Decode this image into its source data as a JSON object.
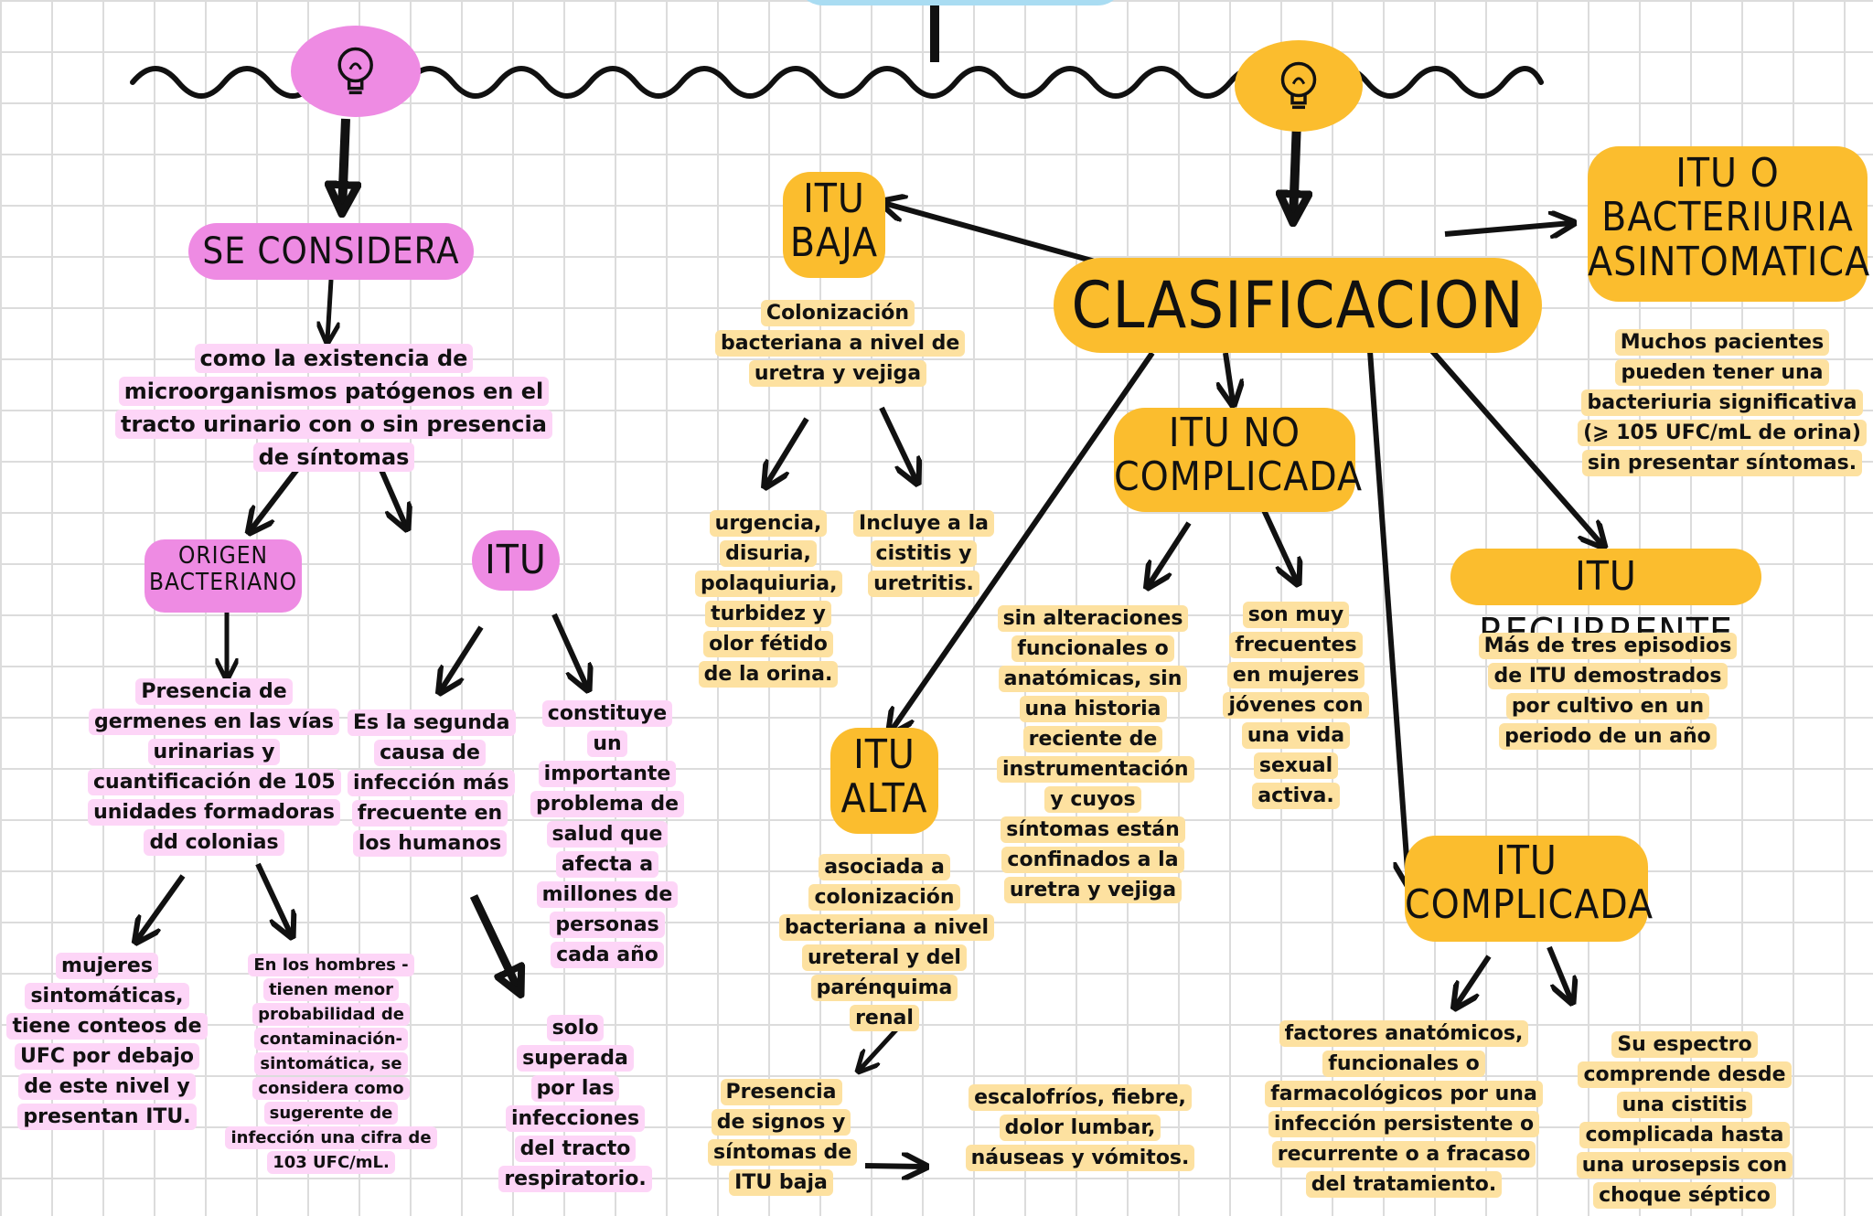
{
  "colors": {
    "pink_title": "#ee8be3",
    "pink_desc": "#fdd5f7",
    "yellow_title": "#fbbd2e",
    "yellow_desc": "#fde1a0",
    "top_box": "#a9dcf2"
  },
  "icons": [
    "lightbulb-icon",
    "lightbulb-icon"
  ],
  "left": {
    "se_considera": "SE CONSIDERA",
    "definicion": "como la existencia de microorganismos patógenos en el tracto urinario con o sin presencia de síntomas",
    "origen_bacteriano": "ORIGEN BACTERIANO",
    "itu": "ITU",
    "presencia_germenes": "Presencia de germenes en las vías urinarias y cuantificación de 105 unidades formadoras dd colonias",
    "mujeres": "mujeres sintomáticas, tiene conteos de UFC por debajo de este nivel y presentan ITU.",
    "hombres": "En los hombres -tienen menor probabilidad de contaminación-sintomática, se considera como sugerente de infección una cifra de 103 UFC/mL.",
    "segunda_causa": "Es la segunda causa de infección más frecuente en los humanos",
    "problema_salud": "constituye un importante problema de salud que afecta a millones de personas cada año",
    "superada": "solo superada por las infecciones del tracto respiratorio."
  },
  "right": {
    "clasificacion": "CLASIFICACION",
    "itu_baja": "ITU BAJA",
    "itu_baja_desc": "Colonización bacteriana a nivel de uretra y vejiga",
    "urgencia": "urgencia, disuria, polaquiuria, turbidez y olor fétido de la orina.",
    "incluye": "Incluye a la cistitis y uretritis.",
    "itu_alta": "ITU ALTA",
    "itu_alta_desc": "asociada a colonización bacteriana a nivel ureteral y del parénquima renal",
    "presencia_signos": "Presencia de signos y síntomas de ITU baja",
    "escalofrios": "escalofríos, fiebre, dolor lumbar, náuseas y vómitos.",
    "itu_no_complicada": "ITU NO COMPLICADA",
    "sin_alteraciones": "sin alteraciones funcionales o anatómicas, sin una historia reciente de instrumentación y cuyos síntomas están confinados a la uretra y vejiga",
    "son_muy": "son muy frecuentes en mujeres jóvenes con una vida sexual activa.",
    "itu_asintomatica": "ITU O BACTERIURIA ASINTOMATICA",
    "asintomatica_desc": "Muchos pacientes pueden tener una bacteriuria significativa (⩾ 105 UFC/mL de orina) sin presentar síntomas.",
    "itu_recurrente": "ITU RECURRENTE",
    "recurrente_desc": "Más de tres episodios de ITU demostrados por cultivo en un periodo de un año",
    "itu_complicada": "ITU COMPLICADA",
    "factores": "factores anatómicos, funcionales o farmacológicos por una infección persistente o recurrente o a fracaso del tratamiento.",
    "espectro": "Su espectro comprende desde una cistitis complicada hasta una urosepsis con choque séptico"
  }
}
